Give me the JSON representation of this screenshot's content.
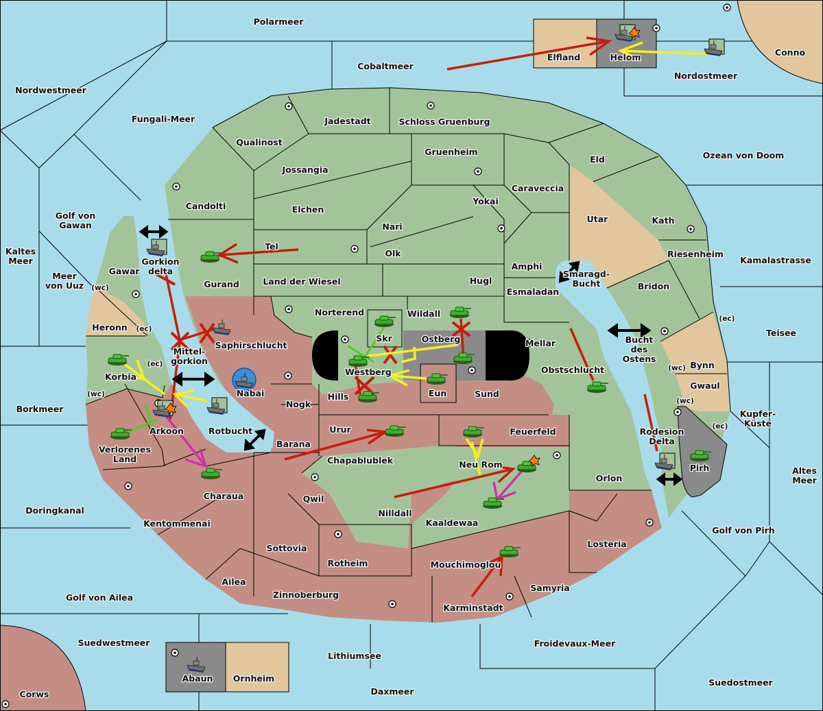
{
  "map": {
    "colors": {
      "sea": "#a8dcea",
      "green_power": "#a3c49a",
      "red_power": "#c48e84",
      "neutral_tan": "#e1c69e",
      "grey_power": "#8a8a8a",
      "order_move": "#c41e0a",
      "order_support": "#f5f020",
      "order_convoy": "#cc33aa",
      "order_hold_support": "#55cc22"
    },
    "seas": [
      {
        "name": "Polarmeer"
      },
      {
        "name": "Cobaltmeer"
      },
      {
        "name": "Nordwestmeer"
      },
      {
        "name": "Fungali-Meer"
      },
      {
        "name": "Nordostmeer"
      },
      {
        "name": "Ozean von Doom"
      },
      {
        "name": "Golf von Gawan"
      },
      {
        "name": "Kaltes Meer"
      },
      {
        "name": "Meer von Uuz"
      },
      {
        "name": "Kamalastrasse"
      },
      {
        "name": "Teisee"
      },
      {
        "name": "Borkmeer"
      },
      {
        "name": "Kupfer-Küste"
      },
      {
        "name": "Altes Meer"
      },
      {
        "name": "Doringkanal"
      },
      {
        "name": "Golf von Pirh"
      },
      {
        "name": "Golf von Ailea"
      },
      {
        "name": "Suedwestmeer"
      },
      {
        "name": "Lithiumsee"
      },
      {
        "name": "Froidevaux-Meer"
      },
      {
        "name": "Suedostmeer"
      },
      {
        "name": "Daxmeer"
      },
      {
        "name": "Gorkion delta"
      },
      {
        "name": "Mittel-gorkion"
      },
      {
        "name": "Rotbucht"
      },
      {
        "name": "Smaragd-Bucht"
      },
      {
        "name": "Bucht des Ostens"
      },
      {
        "name": "Rodesion Delta"
      }
    ],
    "lands": {
      "green": [
        "Jadestadt",
        "Schloss Gruenburg",
        "Qualinost",
        "Gruenheim",
        "Eld",
        "Jossangia",
        "Candolti",
        "Caraveccia",
        "Yokai",
        "Elchen",
        "Kath",
        "Nari",
        "Tel",
        "Olk",
        "Riesenheim",
        "Amphi",
        "Gawar",
        "Gurand",
        "Land der Wiesel",
        "Hugl",
        "Esmaladan",
        "Bridon",
        "Norterend",
        "Wildall",
        "Skr",
        "Mellar",
        "Westberg",
        "Korbia",
        "Obstschlucht",
        "Chapablublek",
        "Neu Rom",
        "Kaaldewaa"
      ],
      "red": [
        "Saphirschlucht",
        "Nabai",
        "Hills",
        "Nogk",
        "Sund",
        "Eun",
        "Arkoon",
        "Urur",
        "Feuerfeld",
        "Barana",
        "Verlorenes Land",
        "Charaua",
        "Qwil",
        "Nilldall",
        "Orlon",
        "Kentommenai",
        "Sottovia",
        "Rotheim",
        "Losteria",
        "Ailea",
        "Mouchimoglou",
        "Samyria",
        "Zinnoberburg",
        "Karminstadt",
        "Corws"
      ],
      "tan": [
        "Elfland",
        "Conno",
        "Utar",
        "Heronn",
        "Bynn",
        "Gwaul",
        "Ornheim"
      ],
      "grey": [
        "Helom",
        "Ostberg",
        "Pirh",
        "Abaun"
      ]
    },
    "coast_tags": {
      "wc": "(wc)",
      "ec": "(ec)"
    }
  }
}
